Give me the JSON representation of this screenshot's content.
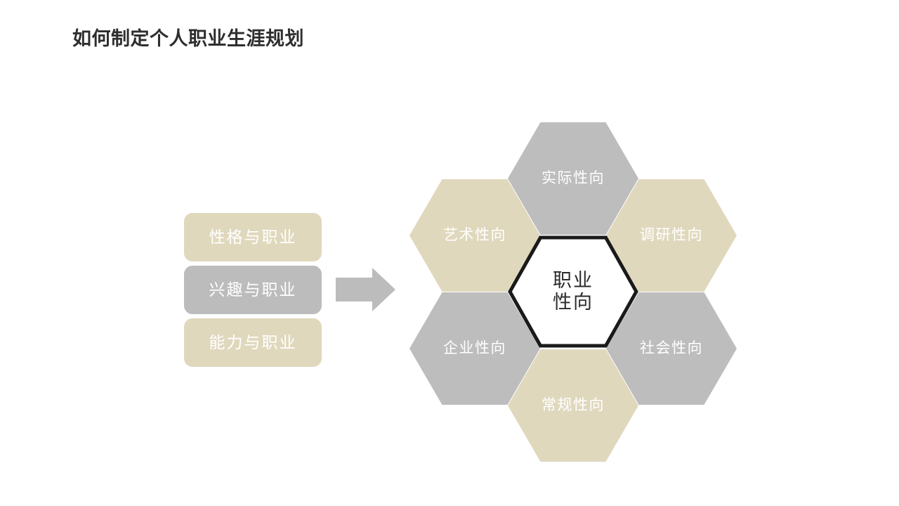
{
  "slide": {
    "title": "如何制定个人职业生涯规划",
    "background": "#ffffff"
  },
  "colors": {
    "beige": "#e0d8bd",
    "gray": "#bcbcbc",
    "hex_gray": "#bdbdbd",
    "hex_beige": "#e0d8bd",
    "center_fill": "#ffffff",
    "center_stroke": "#1a1a1a",
    "title_text": "#2e2e2e",
    "label_text": "#ffffff",
    "arrow": "#bcbcbc"
  },
  "left_stack": {
    "items": [
      {
        "label": "性格与职业",
        "tone": "beige"
      },
      {
        "label": "兴趣与职业",
        "tone": "gray"
      },
      {
        "label": "能力与职业",
        "tone": "beige"
      }
    ]
  },
  "arrow": {
    "direction": "right",
    "icon": "arrow-right-icon"
  },
  "hex_cluster": {
    "center": {
      "line1": "职业",
      "line2": "性向"
    },
    "nodes": [
      {
        "position": "top",
        "label": "实际性向",
        "tone": "gray"
      },
      {
        "position": "top-right",
        "label": "调研性向",
        "tone": "beige"
      },
      {
        "position": "bottom-right",
        "label": "社会性向",
        "tone": "gray"
      },
      {
        "position": "bottom",
        "label": "常规性向",
        "tone": "beige"
      },
      {
        "position": "bottom-left",
        "label": "企业性向",
        "tone": "gray"
      },
      {
        "position": "top-left",
        "label": "艺术性向",
        "tone": "beige"
      }
    ]
  }
}
